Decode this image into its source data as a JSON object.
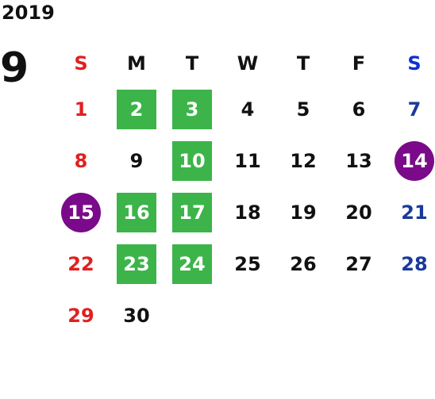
{
  "calendar": {
    "year": "2019",
    "month": "9",
    "weekdays": [
      "S",
      "M",
      "T",
      "W",
      "T",
      "F",
      "S"
    ],
    "weeks": [
      [
        {
          "d": "1",
          "t": "sun",
          "s": ""
        },
        {
          "d": "2",
          "t": "wk",
          "s": "green"
        },
        {
          "d": "3",
          "t": "wk",
          "s": "green"
        },
        {
          "d": "4",
          "t": "wk",
          "s": ""
        },
        {
          "d": "5",
          "t": "wk",
          "s": ""
        },
        {
          "d": "6",
          "t": "wk",
          "s": ""
        },
        {
          "d": "7",
          "t": "sat",
          "s": ""
        }
      ],
      [
        {
          "d": "8",
          "t": "sun",
          "s": ""
        },
        {
          "d": "9",
          "t": "wk",
          "s": ""
        },
        {
          "d": "10",
          "t": "wk",
          "s": "green"
        },
        {
          "d": "11",
          "t": "wk",
          "s": ""
        },
        {
          "d": "12",
          "t": "wk",
          "s": ""
        },
        {
          "d": "13",
          "t": "wk",
          "s": ""
        },
        {
          "d": "14",
          "t": "sat",
          "s": "purple"
        }
      ],
      [
        {
          "d": "15",
          "t": "sun",
          "s": "purple"
        },
        {
          "d": "16",
          "t": "wk",
          "s": "green"
        },
        {
          "d": "17",
          "t": "wk",
          "s": "green"
        },
        {
          "d": "18",
          "t": "wk",
          "s": ""
        },
        {
          "d": "19",
          "t": "wk",
          "s": ""
        },
        {
          "d": "20",
          "t": "wk",
          "s": ""
        },
        {
          "d": "21",
          "t": "sat",
          "s": ""
        }
      ],
      [
        {
          "d": "22",
          "t": "sun",
          "s": ""
        },
        {
          "d": "23",
          "t": "wk",
          "s": "green"
        },
        {
          "d": "24",
          "t": "wk",
          "s": "green"
        },
        {
          "d": "25",
          "t": "wk",
          "s": ""
        },
        {
          "d": "26",
          "t": "wk",
          "s": ""
        },
        {
          "d": "27",
          "t": "wk",
          "s": ""
        },
        {
          "d": "28",
          "t": "sat",
          "s": ""
        }
      ],
      [
        {
          "d": "29",
          "t": "sun",
          "s": ""
        },
        {
          "d": "30",
          "t": "wk",
          "s": ""
        },
        {
          "d": "",
          "t": "wk",
          "s": ""
        },
        {
          "d": "",
          "t": "wk",
          "s": ""
        },
        {
          "d": "",
          "t": "wk",
          "s": ""
        },
        {
          "d": "",
          "t": "wk",
          "s": ""
        },
        {
          "d": "",
          "t": "sat",
          "s": ""
        }
      ]
    ]
  },
  "colors": {
    "green_highlight": "#3cb449",
    "purple_highlight": "#7a0a8a",
    "sunday": "#e02020",
    "saturday": "#1a3a9a"
  }
}
